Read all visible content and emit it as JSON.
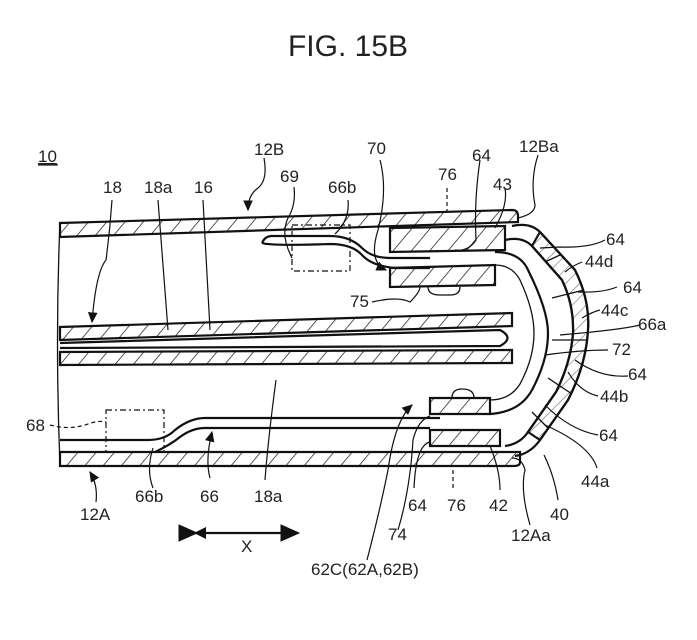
{
  "figure": {
    "title": "FIG. 15B",
    "assembly_ref": "10"
  },
  "labels": {
    "l_12B": "12B",
    "l_12Ba": "12Ba",
    "l_18": "18",
    "l_18a_top": "18a",
    "l_16": "16",
    "l_69": "69",
    "l_66b_top": "66b",
    "l_70": "70",
    "l_76_top": "76",
    "l_64_top": "64",
    "l_43": "43",
    "l_64_r1": "64",
    "l_44d": "44d",
    "l_64_r2": "64",
    "l_44c": "44c",
    "l_66a": "66a",
    "l_72": "72",
    "l_64_r3": "64",
    "l_44b": "44b",
    "l_64_r4": "64",
    "l_44a": "44a",
    "l_75": "75",
    "l_68": "68",
    "l_66b_bot": "66b",
    "l_66": "66",
    "l_18a_bot": "18a",
    "l_12A": "12A",
    "l_64_bot": "64",
    "l_76_bot": "76",
    "l_42": "42",
    "l_40": "40",
    "l_74": "74",
    "l_12Aa": "12Aa",
    "l_62C": "62C(62A,62B)",
    "axis_x": "X"
  }
}
